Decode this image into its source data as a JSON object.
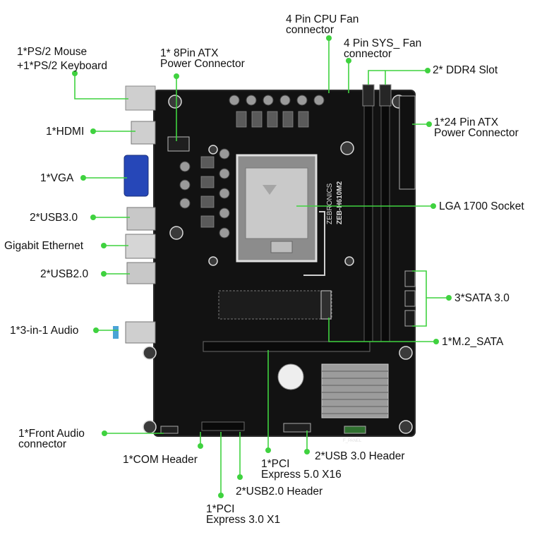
{
  "board": {
    "brand_text": "ZEBRONICS",
    "model_text": "ZEB-H610M2",
    "header_silk": "F_PANEL"
  },
  "colors": {
    "leader_line": "#3fd23f",
    "board": "#121212",
    "board_edge": "#2a2a2a",
    "silkscreen": "#dcdcdc"
  },
  "callouts": [
    {
      "id": "ps2",
      "lines": [
        "1*PS/2 Mouse",
        "+1*PS/2 Keyboard"
      ]
    },
    {
      "id": "atx8",
      "lines": [
        "1* 8Pin ATX",
        "Power Connector"
      ]
    },
    {
      "id": "cpu-fan",
      "lines": [
        "4 Pin CPU Fan",
        "connector"
      ]
    },
    {
      "id": "sys-fan",
      "lines": [
        "4 Pin SYS_ Fan",
        "connector"
      ]
    },
    {
      "id": "ddr4",
      "lines": [
        "2* DDR4 Slot"
      ]
    },
    {
      "id": "atx24",
      "lines": [
        "1*24 Pin ATX",
        "Power Connector"
      ]
    },
    {
      "id": "hdmi",
      "lines": [
        "1*HDMI"
      ]
    },
    {
      "id": "vga",
      "lines": [
        "1*VGA"
      ]
    },
    {
      "id": "usb30",
      "lines": [
        "2*USB3.0"
      ]
    },
    {
      "id": "ethernet",
      "lines": [
        "Gigabit Ethernet"
      ]
    },
    {
      "id": "usb20",
      "lines": [
        "2*USB2.0"
      ]
    },
    {
      "id": "lga",
      "lines": [
        "LGA 1700 Socket"
      ]
    },
    {
      "id": "sata",
      "lines": [
        "3*SATA 3.0"
      ]
    },
    {
      "id": "audio",
      "lines": [
        "1*3-in-1 Audio"
      ]
    },
    {
      "id": "m2",
      "lines": [
        "1*M.2_SATA"
      ]
    },
    {
      "id": "front-audio",
      "lines": [
        "1*Front Audio",
        "connector"
      ]
    },
    {
      "id": "com",
      "lines": [
        "1*COM Header"
      ]
    },
    {
      "id": "pcie16",
      "lines": [
        "1*PCI",
        "Express 5.0 X16"
      ]
    },
    {
      "id": "usb3hdr",
      "lines": [
        "2*USB 3.0 Header"
      ]
    },
    {
      "id": "usb2hdr",
      "lines": [
        "2*USB2.0 Header"
      ]
    },
    {
      "id": "pcie1",
      "lines": [
        "1*PCI",
        "Express 3.0 X1"
      ]
    }
  ]
}
